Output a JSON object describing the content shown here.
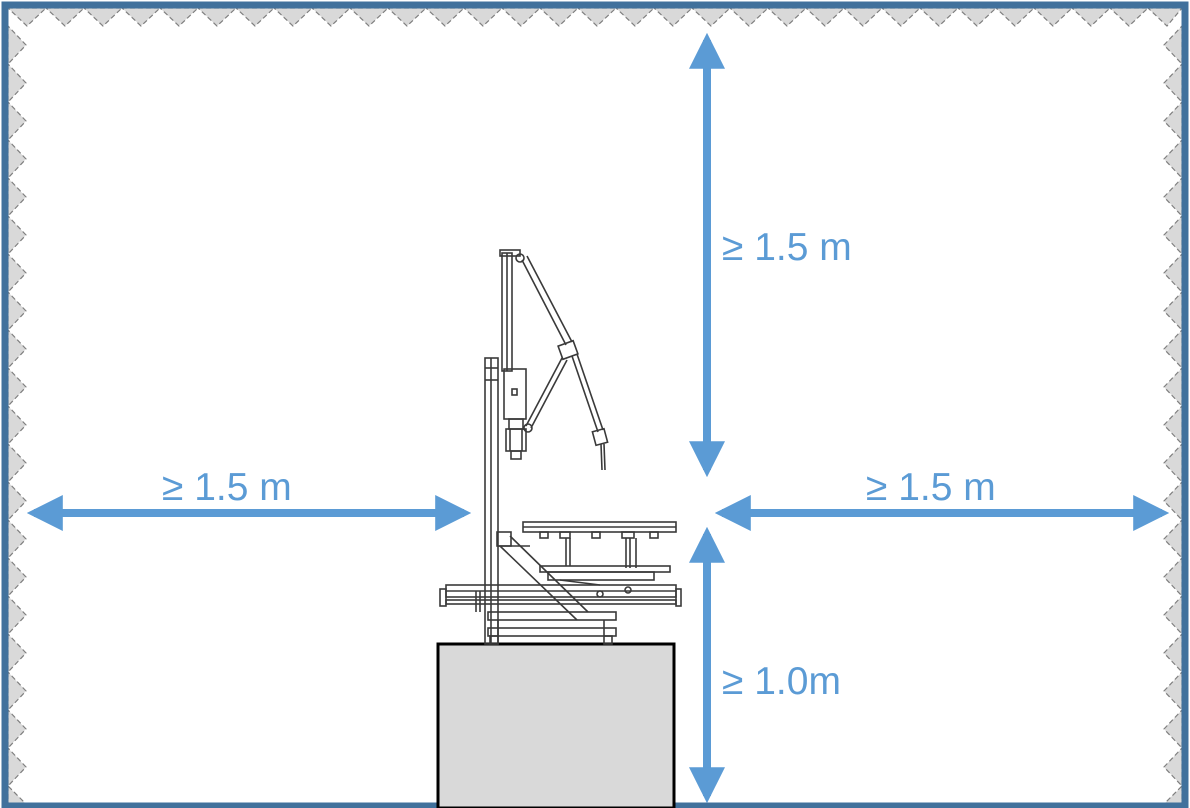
{
  "colors": {
    "accent": "#5b9bd5",
    "frame": "#41719c",
    "wall": "#d9d9d9",
    "wall_edge": "#7f7f7f",
    "table": "#d9d9d9",
    "drawing": "#3a3a3a"
  },
  "labels": {
    "above": "≥ 1.5 m",
    "left": "≥ 1.5 m",
    "right": "≥ 1.5 m",
    "below": "≥ 1.0m"
  },
  "icons": {
    "instrument": "device-line-drawing",
    "walls": "zigzag-wall-pattern",
    "arrows": "double-headed-arrow"
  }
}
